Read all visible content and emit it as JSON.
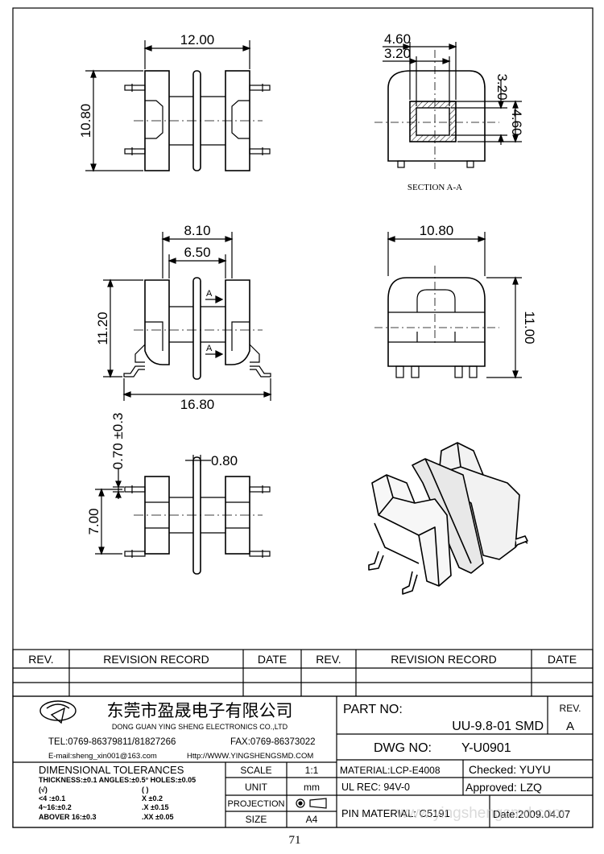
{
  "dims": {
    "top_width": "12.00",
    "top_height": "10.80",
    "section_outer": "4.60",
    "section_inner": "3.20",
    "section_right_inner": "3.20",
    "section_right_outer": "4.60",
    "section_label": "SECTION A-A",
    "front_outer": "8.10",
    "front_inner": "6.50",
    "front_height": "11.20",
    "front_total": "16.80",
    "section_mark_top": "A",
    "section_mark_bottom": "A",
    "side_width": "10.80",
    "side_height": "11.00",
    "bottom_pin_pitch": "0.70 ±0.3",
    "bottom_flange": "0.80",
    "bottom_span": "7.00"
  },
  "revision_table": {
    "headers": [
      "REV.",
      "REVISION RECORD",
      "DATE",
      "REV.",
      "REVISION RECORD",
      "DATE"
    ]
  },
  "company": {
    "name_cn": "东莞市盈晟电子有限公司",
    "name_en": "DONG GUAN YING SHENG ELECTRONICS CO.,LTD",
    "tel": "TEL:0769-86379811/81827266",
    "fax": "FAX:0769-86373022",
    "email": "E-mail:sheng_xin001@163.com",
    "web": "Http://WWW.YINGSHENGSMD.COM"
  },
  "tolerances": {
    "title": "DIMENSIONAL  TOLERANCES",
    "line1": "THICKNESS:±0.1  ANGLES:±0.5°  HOLES:±0.05",
    "c1": [
      "(√)",
      "<4  :±0.1",
      "4~16:±0.2",
      "ABOVER  16:±0.3"
    ],
    "c2": [
      "(  )",
      "X  ±0.2",
      ".X  ±0.15",
      ".XX  ±0.05"
    ]
  },
  "specs": {
    "scale_label": "SCALE",
    "scale_value": "1:1",
    "unit_label": "UNIT",
    "unit_value": "mm",
    "projection_label": "PROJECTION",
    "size_label": "SIZE",
    "size_value": "A4"
  },
  "part": {
    "part_no_label": "PART  NO:",
    "part_no": "UU-9.8-01  SMD",
    "rev_label": "REV.",
    "rev": "A",
    "dwg_label": "DWG  NO:",
    "dwg_no": "Y-U0901",
    "material": "MATERIAL:LCP-E4008",
    "ul_rec": "UL  REC:  94V-0",
    "pin_material": "PIN  MATERIAL: C5191",
    "checked": "Checked:    YUYU",
    "approved": "Approved:     LZQ",
    "date": "Date:2009.04.07"
  },
  "watermark": "www.yingshengsmd.com",
  "page_number": "71"
}
